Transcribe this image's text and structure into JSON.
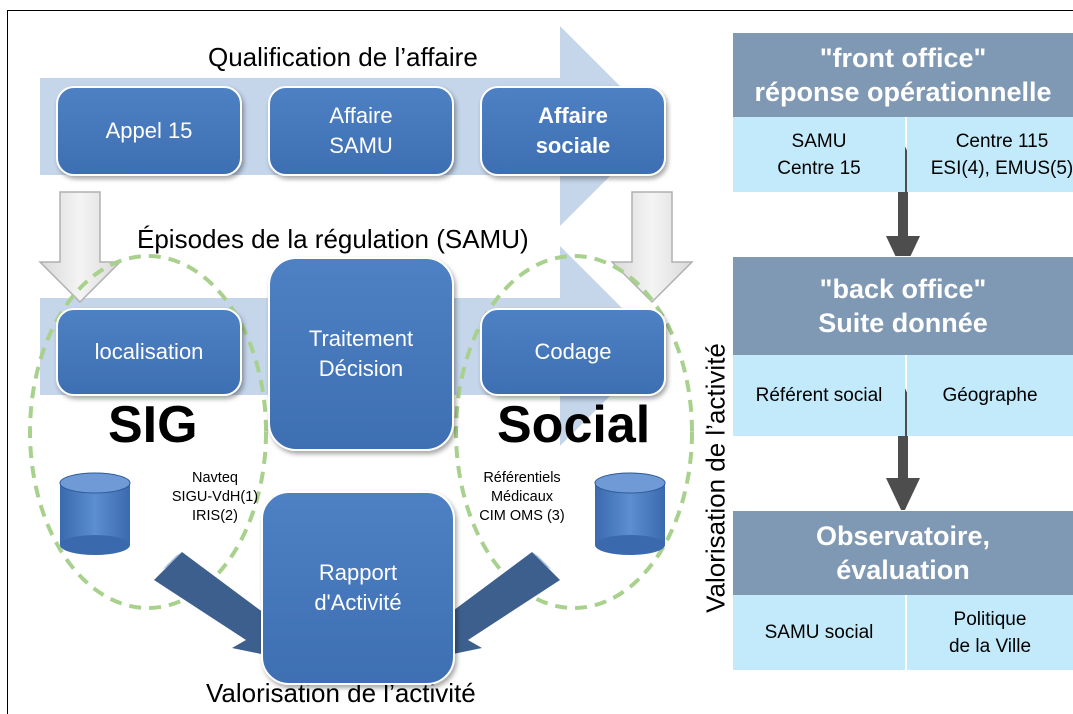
{
  "colors": {
    "box_fill": "#4472c4",
    "big_arrow": "#c5d5ea",
    "gray_arrow": "#c8c8c8",
    "panel_header": "#7f98b3",
    "panel_cell": "#c3eafa",
    "dark_arrow": "#555555",
    "ellipse_dash": "#a9d18e"
  },
  "left": {
    "top_title": "Qualification de l’affaire",
    "mid_title": "Épisodes de la régulation (SAMU)",
    "bottom_title": "Valorisation de l’activité",
    "boxes": {
      "appel": "Appel 15",
      "affaire_samu": "Affaire\nSAMU",
      "affaire_sociale": "Affaire\nsociale",
      "localisation": "localisation",
      "traitement": "Traitement\nDécision",
      "codage": "Codage",
      "rapport": "Rapport\nd'Activité"
    },
    "sig_label": "SIG",
    "social_label": "Social",
    "sig_sources": "Navteq\nSIGU-VdH(1)\nIRIS(2)",
    "social_sources": "Référentiels\nMédicaux\nCIM OMS (3)"
  },
  "right": {
    "vertical_label": "Valorisation de l’activité",
    "sections": [
      {
        "title": "\"front office\"\nréponse opérationnelle",
        "cells": [
          "SAMU\nCentre 15",
          "Centre 115\nESI(4), EMUS(5)"
        ]
      },
      {
        "title": "\"back office\"\nSuite donnée",
        "cells": [
          "Référent social",
          "Géographe"
        ]
      },
      {
        "title": "Observatoire,\névaluation",
        "cells": [
          "SAMU social",
          "Politique\nde la Ville"
        ]
      }
    ]
  }
}
